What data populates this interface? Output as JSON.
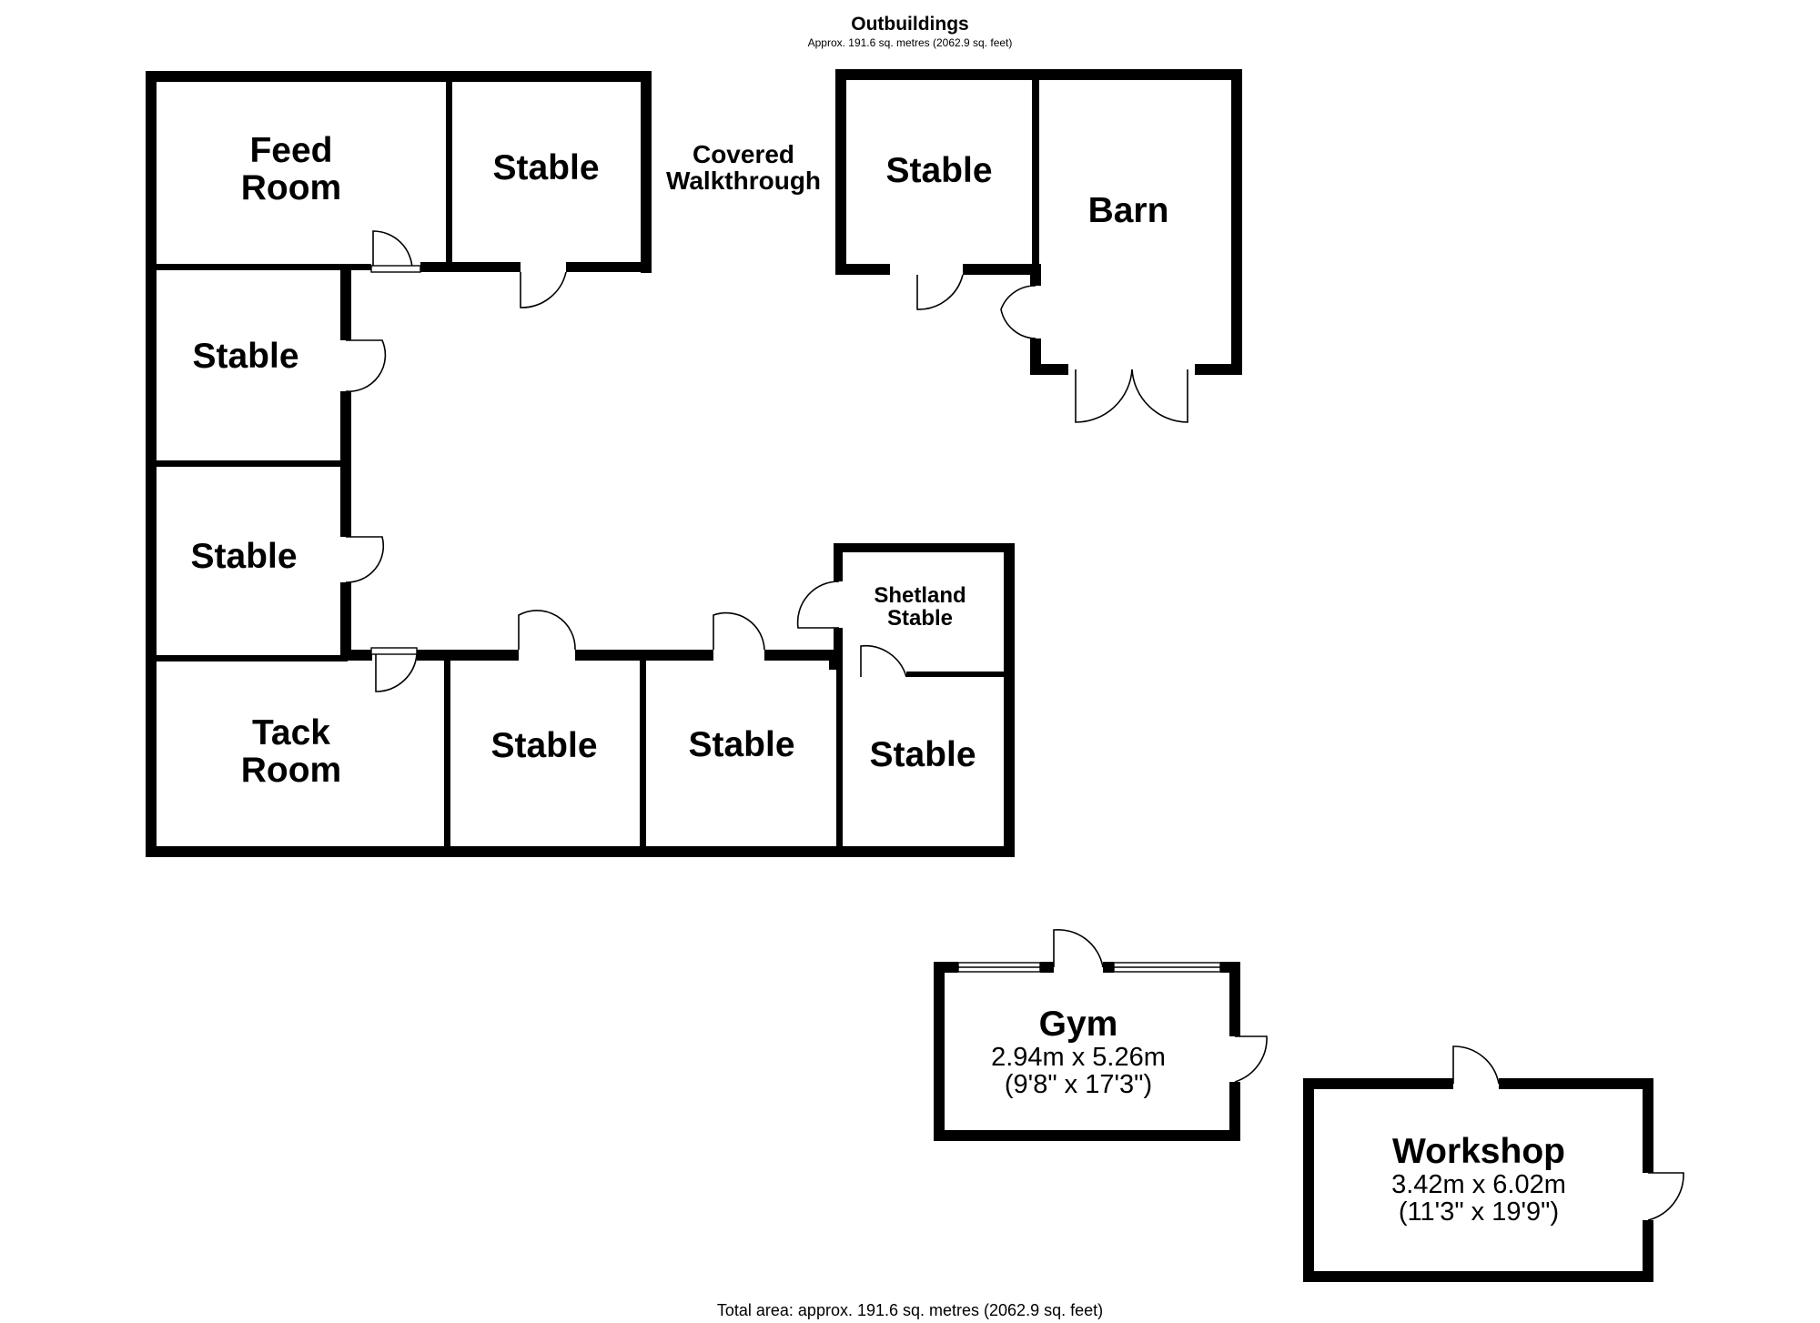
{
  "header": {
    "title": "Outbuildings",
    "subtitle": "Approx. 191.6 sq. metres (2062.9 sq. feet)"
  },
  "rooms": {
    "feed_room": {
      "line1": "Feed",
      "line2": "Room"
    },
    "stable_top": {
      "name": "Stable"
    },
    "covered_walkthrough": {
      "line1": "Covered",
      "line2": "Walkthrough"
    },
    "stable_top_right": {
      "name": "Stable"
    },
    "barn": {
      "name": "Barn"
    },
    "stable_left_1": {
      "name": "Stable"
    },
    "stable_left_2": {
      "name": "Stable"
    },
    "tack_room": {
      "line1": "Tack",
      "line2": "Room"
    },
    "stable_bottom_1": {
      "name": "Stable"
    },
    "stable_bottom_2": {
      "name": "Stable"
    },
    "shetland_stable": {
      "line1": "Shetland",
      "line2": "Stable"
    },
    "stable_bottom_3": {
      "name": "Stable"
    },
    "gym": {
      "name": "Gym",
      "metric": "2.94m x 5.26m",
      "imperial": "(9'8\" x 17'3\")"
    },
    "workshop": {
      "name": "Workshop",
      "metric": "3.42m x 6.02m",
      "imperial": "(11'3\" x 19'9\")"
    }
  },
  "footer": {
    "total_area": "Total area: approx. 191.6 sq. metres (2062.9 sq. feet)"
  }
}
